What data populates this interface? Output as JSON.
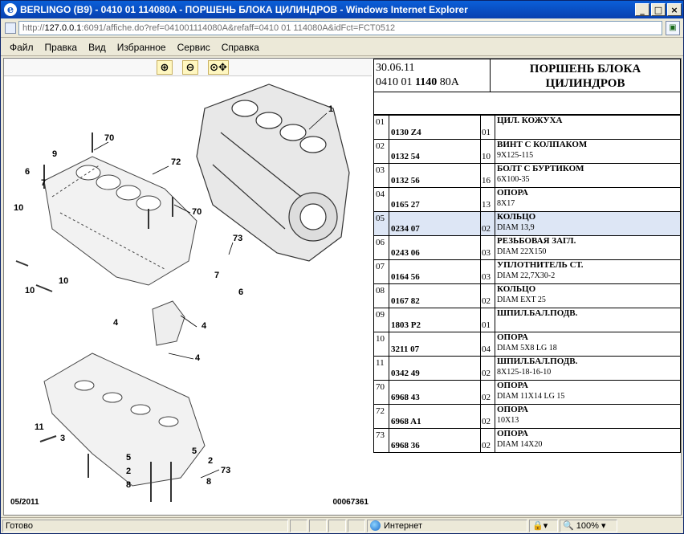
{
  "window": {
    "title": "BERLINGO (B9) - 0410 01 114080A - ПОРШЕНЬ БЛОКА ЦИЛИНДРОВ - Windows Internet Explorer",
    "minimize": "_",
    "maximize": "□",
    "close": "×"
  },
  "address": {
    "prefix": "http://",
    "host": "127.0.0.1",
    "rest": ":6091/affiche.do?ref=041001114080A&refaff=0410 01 114080A&idFct=FCT0512"
  },
  "menu": [
    "Файл",
    "Правка",
    "Вид",
    "Избранное",
    "Сервис",
    "Справка"
  ],
  "diagram": {
    "date": "05/2011",
    "reference": "00067361",
    "callouts": [
      "1",
      "70",
      "9",
      "72",
      "6",
      "7",
      "10",
      "70",
      "73",
      "10",
      "10",
      "7",
      "6",
      "4",
      "4",
      "4",
      "11",
      "3",
      "5",
      "2",
      "73",
      "2",
      "5",
      "8",
      "8"
    ]
  },
  "header": {
    "date": "30.06.11",
    "code_prefix": "0410 01 ",
    "code_bold": "1140",
    "code_suffix": " 80A",
    "title_line1": "ПОРШЕНЬ БЛОКА",
    "title_line2": "ЦИЛИНДРОВ"
  },
  "parts": [
    {
      "num": "01",
      "ref": "0130 Z4",
      "qty": "01",
      "name": "ЦИЛ. КОЖУХА",
      "spec": ""
    },
    {
      "num": "02",
      "ref": "0132 54",
      "qty": "10",
      "name": "ВИНТ С КОЛПАКОМ",
      "spec": "9X125-115"
    },
    {
      "num": "03",
      "ref": "0132 56",
      "qty": "16",
      "name": "БОЛТ С БУРТИКОМ",
      "spec": "6X100-35"
    },
    {
      "num": "04",
      "ref": "0165 27",
      "qty": "13",
      "name": "ОПОРА",
      "spec": "8X17"
    },
    {
      "num": "05",
      "ref": "0234 07",
      "qty": "02",
      "name": "КОЛЬЦО",
      "spec": "DIAM 13,9",
      "selected": true
    },
    {
      "num": "06",
      "ref": "0243 06",
      "qty": "03",
      "name": "РЕЗЬБОВАЯ ЗАГЛ.",
      "spec": "DIAM 22X150"
    },
    {
      "num": "07",
      "ref": "0164 56",
      "qty": "03",
      "name": "УПЛОТНИТЕЛЬ СТ.",
      "spec": "DIAM 22,7X30-2"
    },
    {
      "num": "08",
      "ref": "0167 82",
      "qty": "02",
      "name": "КОЛЬЦО",
      "spec": "DIAM EXT 25"
    },
    {
      "num": "09",
      "ref": "1803 P2",
      "qty": "01",
      "name": "ШПИЛ.БАЛ.ПОДВ.",
      "spec": ""
    },
    {
      "num": "10",
      "ref": "3211 07",
      "qty": "04",
      "name": "ОПОРА",
      "spec": "DIAM 5X8 LG 18"
    },
    {
      "num": "11",
      "ref": "0342 49",
      "qty": "02",
      "name": "ШПИЛ.БАЛ.ПОДВ.",
      "spec": "8X125-18-16-10"
    },
    {
      "num": "70",
      "ref": "6968 43",
      "qty": "02",
      "name": "ОПОРА",
      "spec": "DIAM 11X14 LG 15"
    },
    {
      "num": "72",
      "ref": "6968 A1",
      "qty": "02",
      "name": "ОПОРА",
      "spec": "10X13"
    },
    {
      "num": "73",
      "ref": "6968 36",
      "qty": "02",
      "name": "ОПОРА",
      "spec": "DIAM 14X20"
    }
  ],
  "status": {
    "text": "Готово",
    "zone": "Интернет",
    "zoom": "100%"
  }
}
